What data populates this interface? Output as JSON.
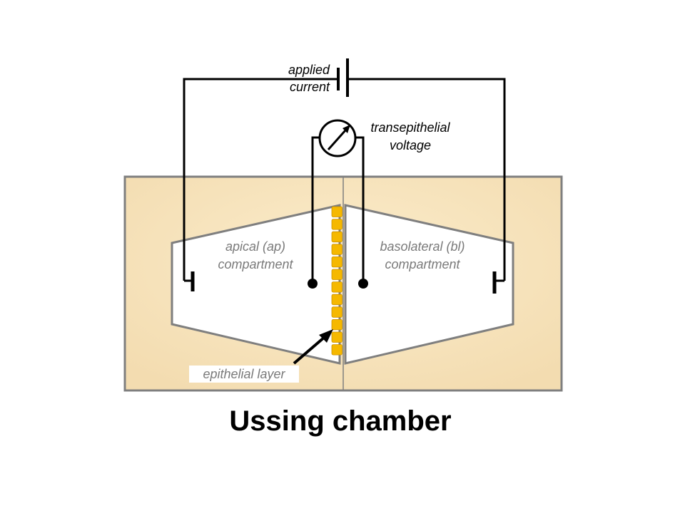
{
  "labels": {
    "applied_line1": "applied",
    "applied_line2": "current",
    "voltage_line1": "transepithelial",
    "voltage_line2": "voltage",
    "apical_line1": "apical (ap)",
    "apical_line2": "compartment",
    "basolateral_line1": "basolateral (bl)",
    "basolateral_line2": "compartment",
    "epithelial": "epithelial layer"
  },
  "title": "Ussing chamber",
  "colors": {
    "chamber_fill": "#f7e4bd",
    "chamber_border": "#7f7f7f",
    "cell_fill": "#f5b800",
    "wire": "#000000",
    "compartment_text": "#7a7a7a"
  },
  "epithelial_cell_count": 12
}
